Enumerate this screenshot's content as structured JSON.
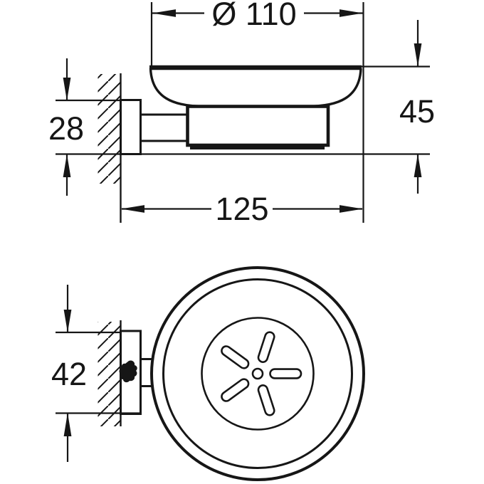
{
  "colors": {
    "line": "#161616",
    "text": "#161616",
    "background": "#ffffff"
  },
  "side_view": {
    "dim_diameter": {
      "label": "Ø 110",
      "value": 110
    },
    "dim_height": {
      "label": "45",
      "value": 45
    },
    "dim_bracket_height": {
      "label": "28",
      "value": 28
    },
    "dim_depth": {
      "label": "125",
      "value": 125
    }
  },
  "plan_view": {
    "dim_plate_height": {
      "label": "42",
      "value": 42
    }
  }
}
